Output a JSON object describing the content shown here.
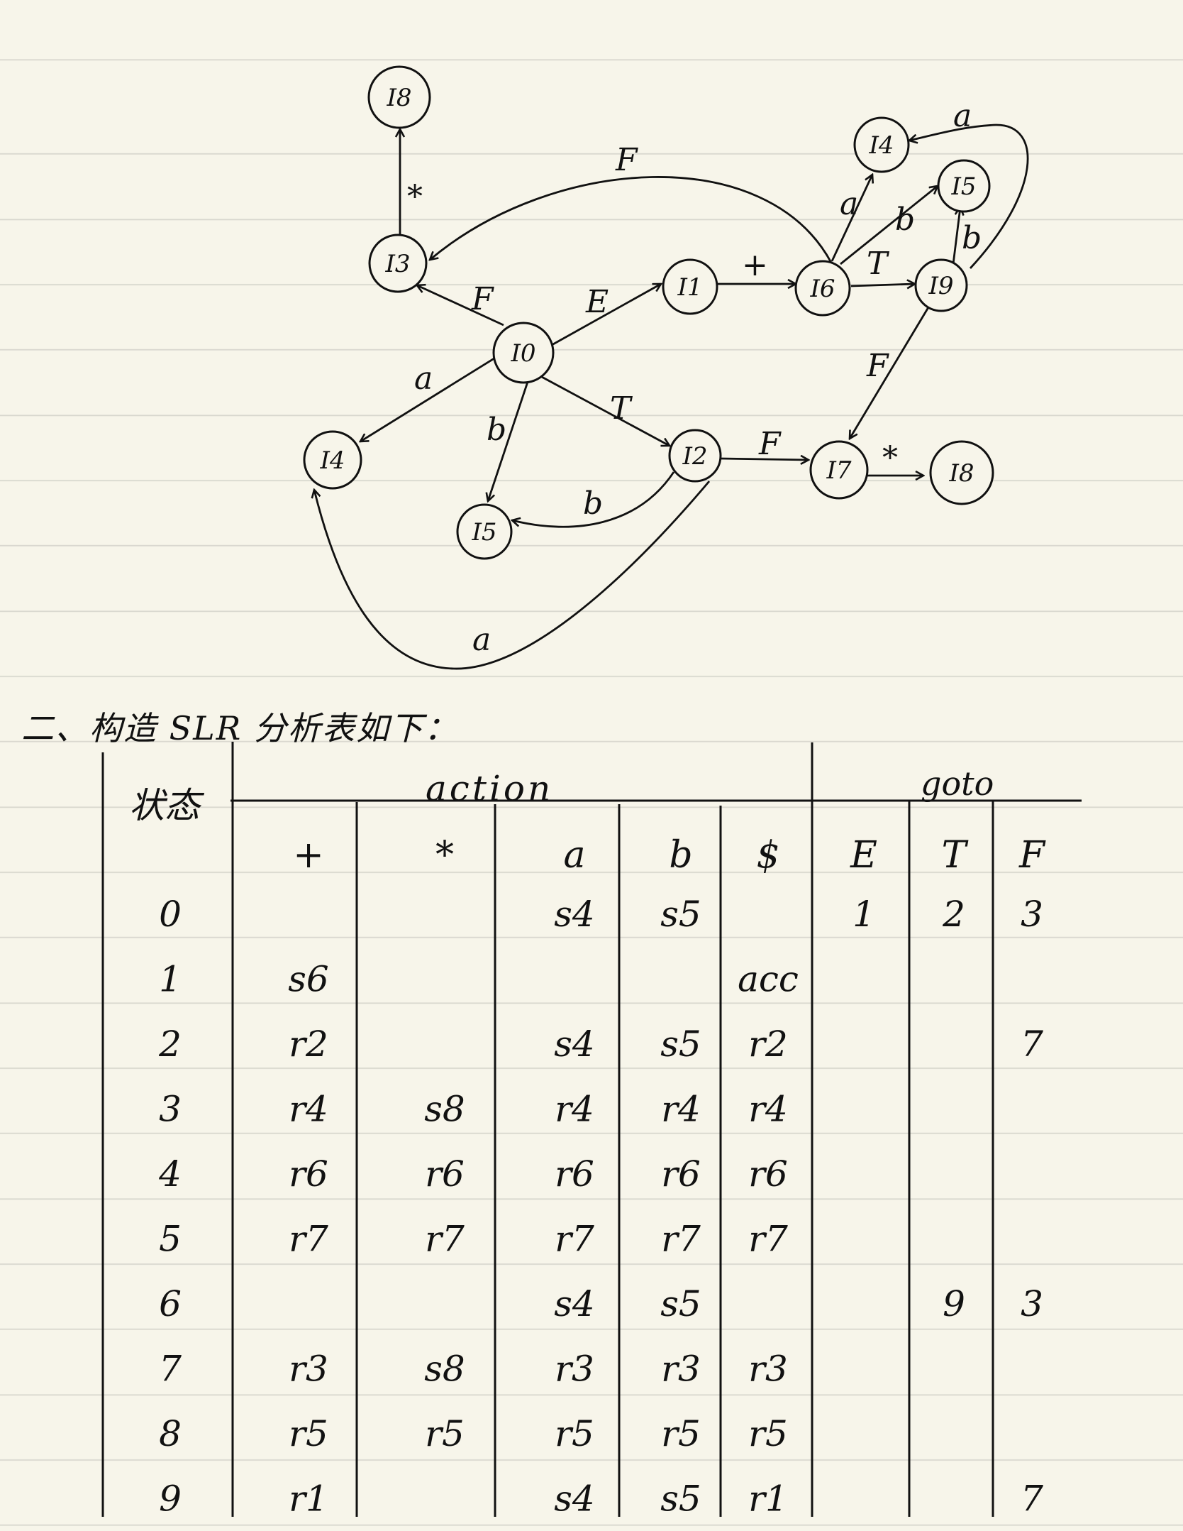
{
  "diagram": {
    "nodes": [
      {
        "id": "n8a",
        "label": "I8"
      },
      {
        "id": "n3",
        "label": "I3"
      },
      {
        "id": "n1",
        "label": "I1"
      },
      {
        "id": "n6",
        "label": "I6"
      },
      {
        "id": "n9",
        "label": "I9"
      },
      {
        "id": "n4b",
        "label": "I4"
      },
      {
        "id": "n5b",
        "label": "I5"
      },
      {
        "id": "n0",
        "label": "I0"
      },
      {
        "id": "n4a",
        "label": "I4"
      },
      {
        "id": "n5a",
        "label": "I5"
      },
      {
        "id": "n2",
        "label": "I2"
      },
      {
        "id": "n7",
        "label": "I7"
      },
      {
        "id": "n8b",
        "label": "I8"
      }
    ],
    "edges": [
      {
        "from": "n3",
        "to": "n8a",
        "label": "*"
      },
      {
        "from": "n6",
        "to": "n3",
        "label": "F"
      },
      {
        "from": "n0",
        "to": "n3",
        "label": "F"
      },
      {
        "from": "n0",
        "to": "n1",
        "label": "E"
      },
      {
        "from": "n1",
        "to": "n6",
        "label": "+"
      },
      {
        "from": "n6",
        "to": "n9",
        "label": "T"
      },
      {
        "from": "n6",
        "to": "n4b",
        "label": "a"
      },
      {
        "from": "n6",
        "to": "n5b",
        "label": "b"
      },
      {
        "from": "n9",
        "to": "n5b",
        "label": "b"
      },
      {
        "from": "n9",
        "to": "n4b",
        "label": "a"
      },
      {
        "from": "n9",
        "to": "n7",
        "label": "F"
      },
      {
        "from": "n0",
        "to": "n4a",
        "label": "a"
      },
      {
        "from": "n0",
        "to": "n5a",
        "label": "b"
      },
      {
        "from": "n0",
        "to": "n2",
        "label": "T"
      },
      {
        "from": "n2",
        "to": "n5a",
        "label": "b"
      },
      {
        "from": "n2",
        "to": "n7",
        "label": "F"
      },
      {
        "from": "n2",
        "to": "n4a",
        "label": "a"
      },
      {
        "from": "n7",
        "to": "n8b",
        "label": "*"
      }
    ]
  },
  "section_title": "二、构造 SLR 分析表如下：",
  "table": {
    "state_header": "状态",
    "action_header": "action",
    "goto_header": "goto",
    "action_columns": [
      "+",
      "*",
      "a",
      "b",
      "$"
    ],
    "goto_columns": [
      "E",
      "T",
      "F"
    ],
    "rows": [
      {
        "state": "0",
        "action": [
          "",
          "",
          "s4",
          "s5",
          ""
        ],
        "goto": [
          "1",
          "2",
          "3"
        ]
      },
      {
        "state": "1",
        "action": [
          "s6",
          "",
          "",
          "",
          "acc"
        ],
        "goto": [
          "",
          "",
          ""
        ]
      },
      {
        "state": "2",
        "action": [
          "r2",
          "",
          "s4",
          "s5",
          "r2"
        ],
        "goto": [
          "",
          "",
          "7"
        ]
      },
      {
        "state": "3",
        "action": [
          "r4",
          "s8",
          "r4",
          "r4",
          "r4"
        ],
        "goto": [
          "",
          "",
          ""
        ]
      },
      {
        "state": "4",
        "action": [
          "r6",
          "r6",
          "r6",
          "r6",
          "r6"
        ],
        "goto": [
          "",
          "",
          ""
        ]
      },
      {
        "state": "5",
        "action": [
          "r7",
          "r7",
          "r7",
          "r7",
          "r7"
        ],
        "goto": [
          "",
          "",
          ""
        ]
      },
      {
        "state": "6",
        "action": [
          "",
          "",
          "s4",
          "s5",
          ""
        ],
        "goto": [
          "",
          "9",
          "3"
        ]
      },
      {
        "state": "7",
        "action": [
          "r3",
          "s8",
          "r3",
          "r3",
          "r3"
        ],
        "goto": [
          "",
          "",
          ""
        ]
      },
      {
        "state": "8",
        "action": [
          "r5",
          "r5",
          "r5",
          "r5",
          "r5"
        ],
        "goto": [
          "",
          "",
          ""
        ]
      },
      {
        "state": "9",
        "action": [
          "r1",
          "",
          "s4",
          "s5",
          "r1"
        ],
        "goto": [
          "",
          "",
          "7"
        ]
      }
    ]
  }
}
